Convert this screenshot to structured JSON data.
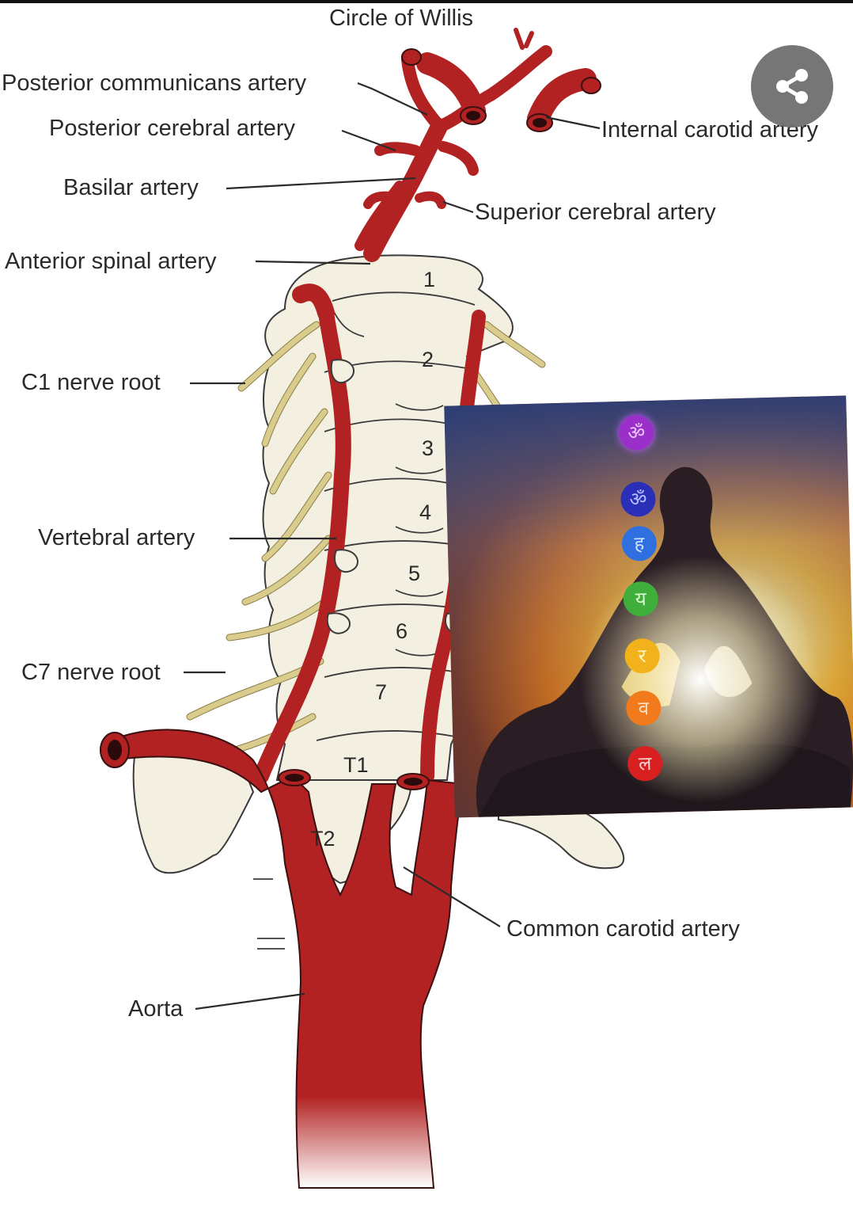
{
  "diagram": {
    "labels": {
      "circle_of_willis": "Circle of Willis",
      "posterior_communicans": "Posterior communicans artery",
      "posterior_cerebral": "Posterior cerebral artery",
      "basilar": "Basilar artery",
      "internal_carotid": "Internal carotid artery",
      "superior_cerebral": "Superior cerebral artery",
      "anterior_spinal": "Anterior spinal artery",
      "c1_nerve_root": "C1 nerve root",
      "vertebral": "Vertebral artery",
      "c7_nerve_root": "C7 nerve root",
      "common_carotid": "Common carotid artery",
      "aorta": "Aorta"
    },
    "vertebrae": [
      "1",
      "2",
      "3",
      "4",
      "5",
      "6",
      "7",
      "T1",
      "T2"
    ]
  },
  "overlay": {
    "chakra_symbols": [
      "ॐ",
      "ॐ",
      "ह",
      "य",
      "र",
      "व",
      "ल"
    ],
    "chakra_colors": [
      "#9b2fc9",
      "#2a2fb8",
      "#2f6fe0",
      "#3fae3a",
      "#f2b21c",
      "#f07a1c",
      "#d92020"
    ]
  },
  "share_button": {
    "icon": "share-icon"
  },
  "colors": {
    "artery": "#b22222",
    "bone": "#f3f0e2",
    "nerve": "#d9cc8c"
  }
}
